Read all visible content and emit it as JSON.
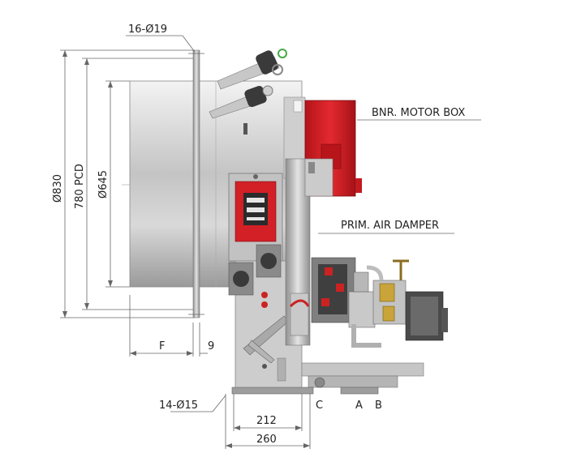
{
  "labels": {
    "bolt_holes": "16-Ø19",
    "motor_box": "BNR. MOTOR BOX",
    "air_damper": "PRIM. AIR DAMPER",
    "dia_outer": "Ø830",
    "pcd": "780 PCD",
    "dia_inner": "Ø645",
    "dim_f": "F",
    "dim_9": "9",
    "base_holes": "14-Ø15",
    "dim_212": "212",
    "dim_260": "260",
    "point_c": "C",
    "point_a": "A",
    "point_b": "B"
  },
  "colors": {
    "body_red": "#d61f24",
    "steel_light": "#e6e6e6",
    "steel_mid": "#b9b9b9",
    "steel_dark": "#7d7d7d",
    "brass": "#c9a43a"
  }
}
